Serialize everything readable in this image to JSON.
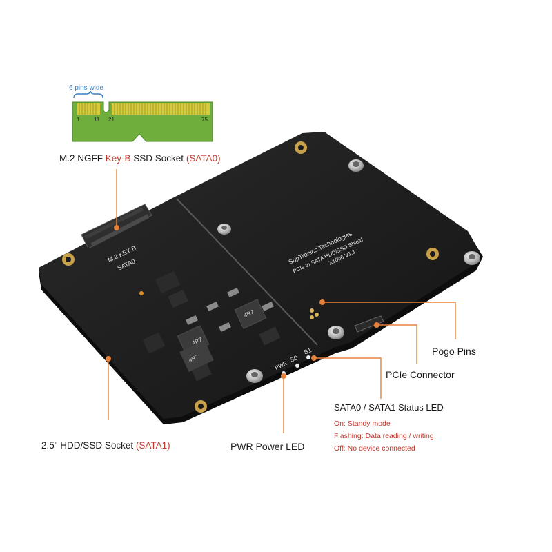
{
  "m2_diagram": {
    "pins_wide_label": "6 pins wide",
    "pin_numbers": [
      "1",
      "11",
      "21",
      "75"
    ],
    "colors": {
      "board": "#6fae3c",
      "gold": "#d7c93a",
      "bracket": "#3a7fc1"
    }
  },
  "board": {
    "silk_m2": [
      "M.2 KEY B",
      "SATA0"
    ],
    "silk_title": [
      "SupTronics Technologies",
      "PCIe to SATA HDD/SSD Shield",
      "X1006 V1.1"
    ],
    "silk_pwr": "PWR",
    "silk_s0": "S0",
    "silk_s1": "S1",
    "inductor_marks": [
      "4R7",
      "4R7",
      "4R7"
    ],
    "colors": {
      "pcb": "#1b1b1b",
      "mount": "#c9a14a",
      "accent": "#e8823b"
    }
  },
  "callouts": {
    "m2_socket": {
      "prefix": "M.2 NGFF ",
      "key": "Key-B",
      "middle": " SSD Socket ",
      "sata": "(SATA0)"
    },
    "hdd_socket": {
      "prefix": "2.5\" HDD/SSD Socket ",
      "sata": "(SATA1)"
    },
    "pwr_led": "PWR Power LED",
    "pogo_pins": "Pogo Pins",
    "pcie_connector": "PCIe Connector",
    "status_led": {
      "title": "SATA0 / SATA1 Status LED",
      "lines": [
        "On: Standy mode",
        "Flashing: Data reading / writing",
        "Off: No device connected"
      ]
    }
  }
}
